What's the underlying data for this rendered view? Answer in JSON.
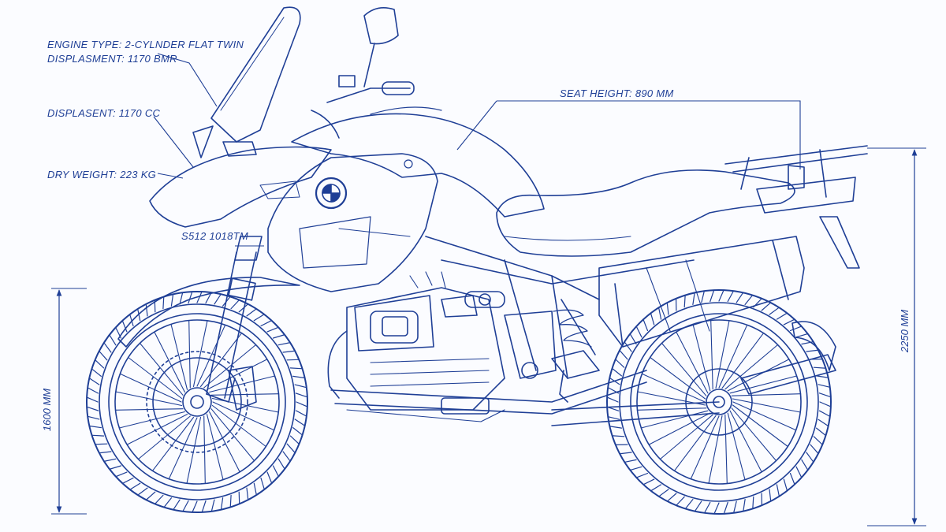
{
  "annotations": {
    "engine_type": "ENGINE TYPE: 2-CYLNDER FLAT TWIN",
    "displacement_1": "DISPLASMENT: 1170 BMR",
    "displacement_2": "DISPLASENT: 1170 CC",
    "dry_weight": "DRY WEIGHT: 223 KG",
    "model_code": "S512 1018TM",
    "seat_height": "SEAT HEIGHT: 890 MM"
  },
  "dimensions": {
    "front_height": "1600 MM",
    "rear_height": "2250 MM"
  },
  "colors": {
    "ink": "#1f3f96",
    "paper": "#fbfcff"
  },
  "icons": {
    "brand_logo": "bmw-roundel-icon"
  }
}
